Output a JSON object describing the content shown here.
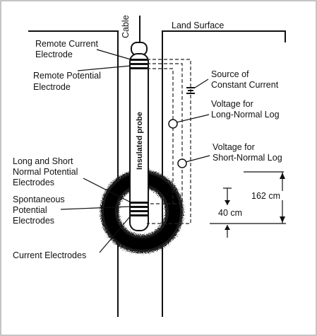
{
  "labels": {
    "cable": "Cable",
    "land_surface": "Land Surface",
    "remote_current_1": "Remote Current",
    "remote_current_2": "Electrode",
    "remote_potential_1": "Remote Potential",
    "remote_potential_2": "Electrode",
    "source_1": "Source of",
    "source_2": "Constant Current",
    "long_voltage_1": "Voltage for",
    "long_voltage_2": "Long-Normal Log",
    "short_voltage_1": "Voltage for",
    "short_voltage_2": "Short-Normal Log",
    "normal_potential_1": "Long and Short",
    "normal_potential_2": "Normal Potential",
    "normal_potential_3": "Electrodes",
    "sp_1": "Spontaneous",
    "sp_2": "Potential",
    "sp_3": "Electrodes",
    "current_electrodes": "Current Electrodes",
    "insulated_probe": "Insulated probe",
    "dim_162": "162 cm",
    "dim_40": "40 cm"
  }
}
